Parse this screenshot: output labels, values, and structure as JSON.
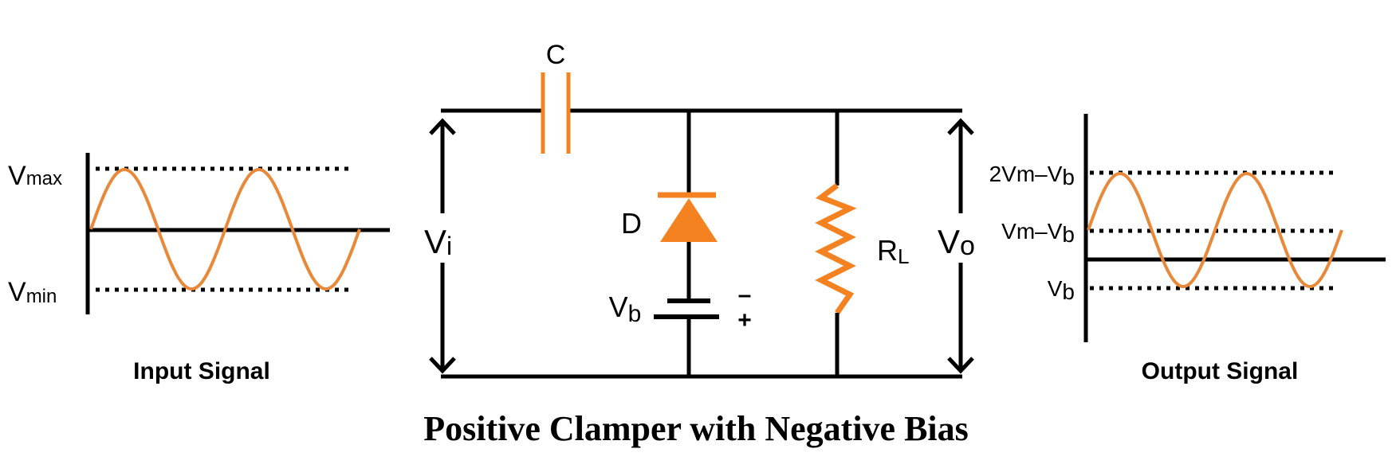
{
  "title": "Positive Clamper with Negative Bias",
  "colors": {
    "component": "#F58220",
    "wave": "#E8893A",
    "wire": "#000000"
  },
  "input_signal": {
    "caption": "Input Signal",
    "vmax": {
      "main": "V",
      "sub": "max"
    },
    "vmin": {
      "main": "V",
      "sub": "min"
    },
    "cycles": 2
  },
  "output_signal": {
    "caption": "Output Signal",
    "levels": [
      {
        "main": "2Vm–V",
        "sub": "b"
      },
      {
        "main": "Vm–V",
        "sub": "b"
      },
      {
        "main": "V",
        "sub": "b"
      }
    ],
    "cycles": 2
  },
  "circuit": {
    "capacitor": "C",
    "diode": "D",
    "battery": {
      "main": "V",
      "sub": "b",
      "minus": "–",
      "plus": "+"
    },
    "resistor": {
      "main": "R",
      "sub": "L"
    },
    "vin": {
      "main": "V",
      "sub": "i"
    },
    "vout": {
      "main": "V",
      "sub": "o"
    }
  }
}
